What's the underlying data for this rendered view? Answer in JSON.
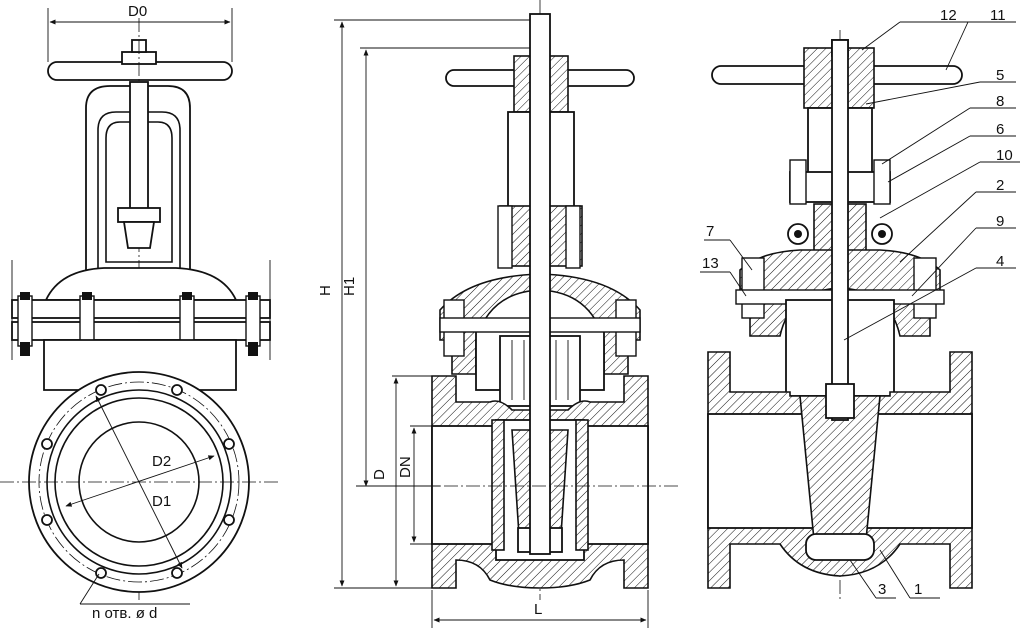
{
  "dimensions": {
    "D0": "D0",
    "H": "H",
    "H1": "H1",
    "D": "D",
    "DN": "DN",
    "L": "L",
    "D2": "D2",
    "D1": "D1",
    "holes": "n отв. ø d"
  },
  "parts": [
    {
      "num": "12"
    },
    {
      "num": "11"
    },
    {
      "num": "5"
    },
    {
      "num": "8"
    },
    {
      "num": "6"
    },
    {
      "num": "10"
    },
    {
      "num": "2"
    },
    {
      "num": "9"
    },
    {
      "num": "4"
    },
    {
      "num": "7"
    },
    {
      "num": "13"
    },
    {
      "num": "3"
    },
    {
      "num": "1"
    }
  ],
  "colors": {
    "line": "#111111",
    "background": "#ffffff"
  }
}
